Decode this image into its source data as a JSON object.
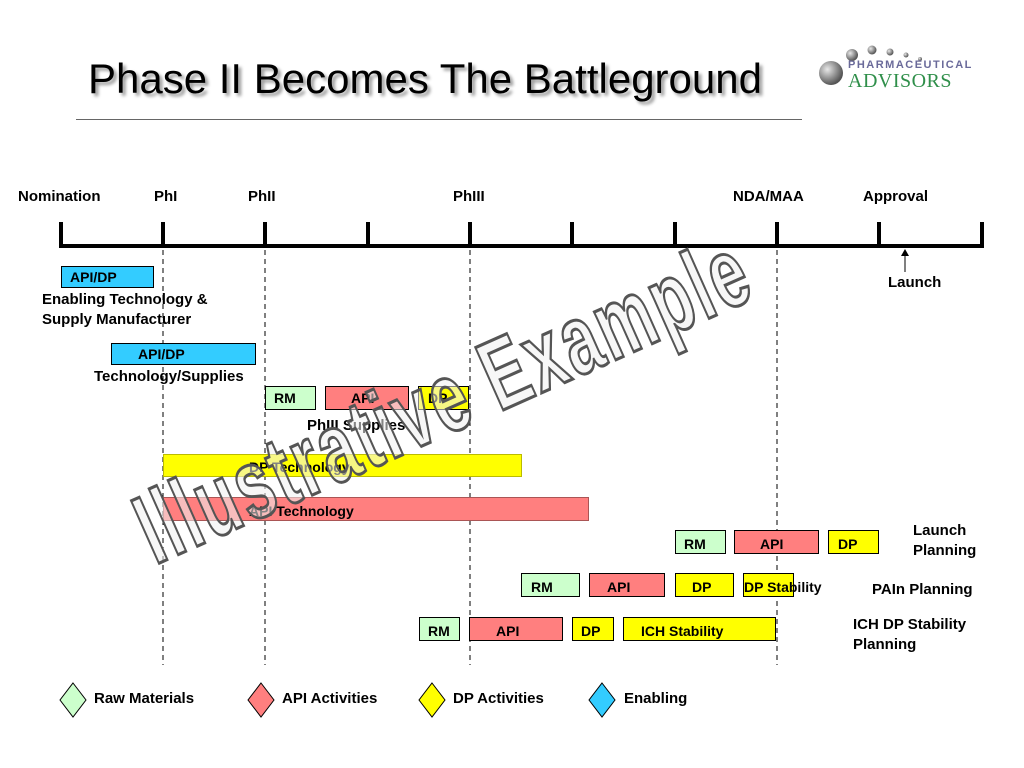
{
  "title": "Phase II Becomes The Battleground",
  "logo": {
    "top": "PHARMACEUTICAL",
    "main": "ADVISORS"
  },
  "watermark": "Illustrative Example",
  "milestones": [
    "Nomination",
    "PhI",
    "PhII",
    "PhIII",
    "NDA/MAA",
    "Approval"
  ],
  "launch": "Launch",
  "bars": {
    "enabling_api_dp": "API/DP",
    "tech_api_dp": "API/DP",
    "ph3_rm": "RM",
    "ph3_api": "API",
    "ph3_dp": "DP",
    "dp_tech": "DP Technology",
    "api_tech": "API Technology",
    "launch_rm": "RM",
    "launch_api": "API",
    "launch_dp": "DP",
    "pain_rm": "RM",
    "pain_api": "API",
    "pain_dp": "DP",
    "pain_dps": "DP Stability",
    "ich_rm": "RM",
    "ich_api": "API",
    "ich_dp": "DP",
    "ich_stab": "ICH Stability"
  },
  "labels": {
    "enabling1": "Enabling Technology &",
    "enabling2": "Supply Manufacturer",
    "tech_supplies": "Technology/Supplies",
    "ph3_supplies": "PhIII Supplies",
    "launch_planning1": "Launch",
    "launch_planning2": "Planning",
    "pain_planning": "PAIn Planning",
    "ich_planning1": "ICH DP Stability",
    "ich_planning2": "Planning"
  },
  "legend": [
    {
      "label": "Raw Materials",
      "color": "#ccffcc"
    },
    {
      "label": "API Activities",
      "color": "#ff7f7f"
    },
    {
      "label": "DP Activities",
      "color": "#ffff00"
    },
    {
      "label": "Enabling",
      "color": "#33ccff"
    }
  ]
}
